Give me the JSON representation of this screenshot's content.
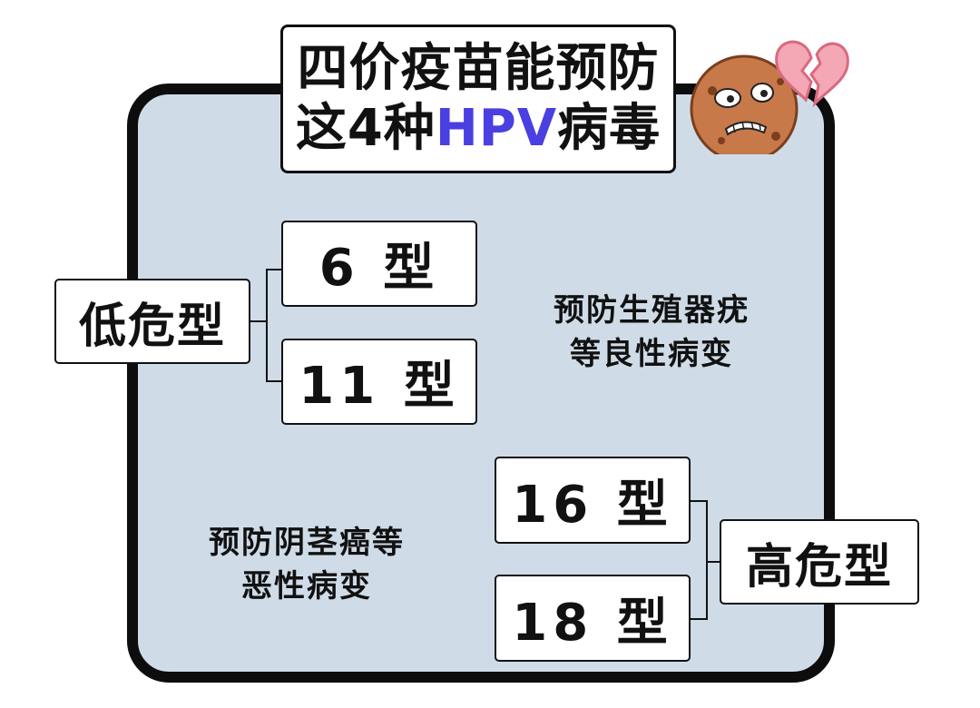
{
  "title": {
    "line1": "四价疫苗能预防",
    "line2_prefix": "这4种",
    "line2_highlight": "HPV",
    "line2_suffix": "病毒"
  },
  "low_risk": {
    "label": "低危型",
    "types": [
      "6 型",
      "11 型"
    ],
    "note_line1": "预防生殖器疣",
    "note_line2": "等良性病变"
  },
  "high_risk": {
    "label": "高危型",
    "types": [
      "16 型",
      "18 型"
    ],
    "note_line1": "预防阴茎癌等",
    "note_line2": "恶性病变"
  },
  "colors": {
    "panel_bg": "#cfdce8",
    "border": "#0d0d0d",
    "highlight": "#4a3fe0"
  },
  "icons": [
    "cookie-face-icon",
    "broken-heart-icon"
  ]
}
